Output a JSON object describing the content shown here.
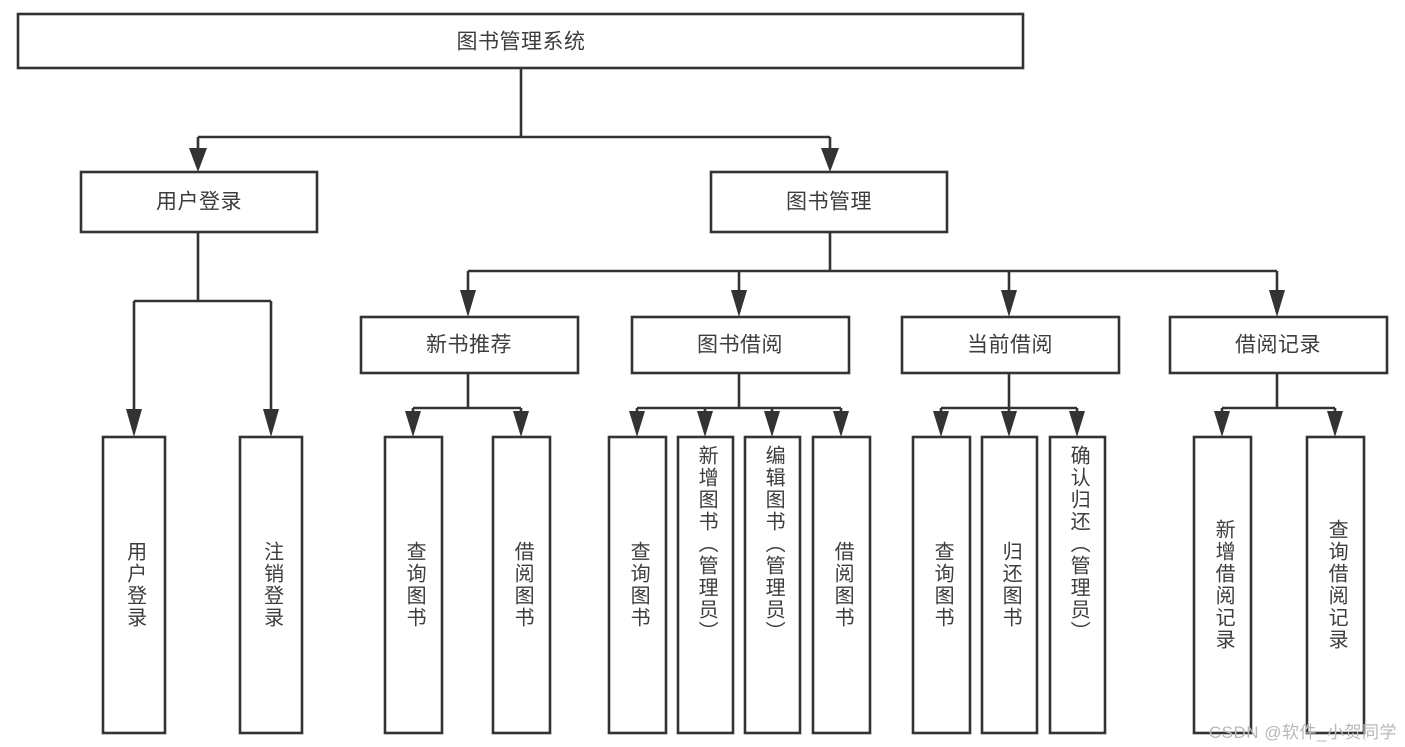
{
  "diagram": {
    "type": "tree-hierarchy",
    "title": "图书管理系统",
    "watermark": "CSDN @软件_小贺同学",
    "colors": {
      "background": "#ffffff",
      "stroke": "#333333",
      "text": "#3d3d3d",
      "watermark": "#b8b8b8"
    },
    "root": {
      "id": "root",
      "label": "图书管理系统"
    },
    "level2": [
      {
        "id": "user-login",
        "label": "用户登录"
      },
      {
        "id": "book-manage",
        "label": "图书管理"
      }
    ],
    "level3": [
      {
        "id": "new-book-recommend",
        "label": "新书推荐",
        "parent": "book-manage"
      },
      {
        "id": "book-borrow",
        "label": "图书借阅",
        "parent": "book-manage"
      },
      {
        "id": "current-borrow",
        "label": "当前借阅",
        "parent": "book-manage"
      },
      {
        "id": "borrow-record",
        "label": "借阅记录",
        "parent": "book-manage"
      }
    ],
    "leaves": [
      {
        "id": "leaf-user-login",
        "label": "用户登录",
        "parent": "user-login"
      },
      {
        "id": "leaf-user-logout",
        "label": "注销登录",
        "parent": "user-login"
      },
      {
        "id": "leaf-query-book-1",
        "label": "查询图书",
        "parent": "new-book-recommend"
      },
      {
        "id": "leaf-borrow-book-1",
        "label": "借阅图书",
        "parent": "new-book-recommend"
      },
      {
        "id": "leaf-query-book-2",
        "label": "查询图书",
        "parent": "book-borrow"
      },
      {
        "id": "leaf-add-book",
        "label": "新增图书（管理员）",
        "parent": "book-borrow"
      },
      {
        "id": "leaf-edit-book",
        "label": "编辑图书（管理员）",
        "parent": "book-borrow"
      },
      {
        "id": "leaf-borrow-book-2",
        "label": "借阅图书",
        "parent": "book-borrow"
      },
      {
        "id": "leaf-query-book-3",
        "label": "查询图书",
        "parent": "current-borrow"
      },
      {
        "id": "leaf-return-book",
        "label": "归还图书",
        "parent": "current-borrow"
      },
      {
        "id": "leaf-confirm-return",
        "label": "确认归还（管理员）",
        "parent": "current-borrow"
      },
      {
        "id": "leaf-add-record",
        "label": "新增借阅记录",
        "parent": "borrow-record"
      },
      {
        "id": "leaf-query-record",
        "label": "查询借阅记录",
        "parent": "borrow-record"
      }
    ]
  }
}
